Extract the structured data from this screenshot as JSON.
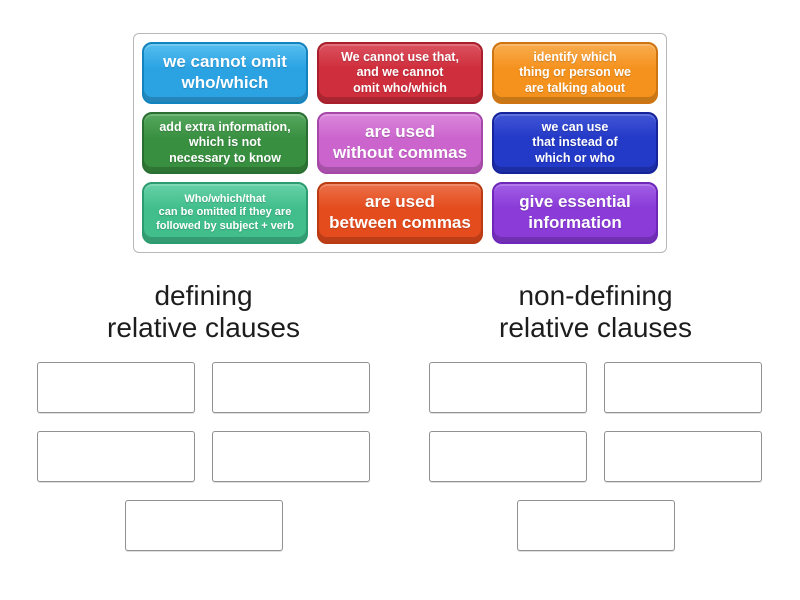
{
  "page": {
    "background": "#ffffff"
  },
  "tray": {
    "tiles": [
      {
        "text": "we cannot omit\nwho/which",
        "colors": {
          "bg": "#2BA3E3",
          "highlight": "#55BEEF",
          "edge": "#1283BC"
        }
      },
      {
        "text": "We cannot use that,\nand we cannot\nomit who/which",
        "colors": {
          "bg": "#CF2E3C",
          "highlight": "#DB5260",
          "edge": "#A81F2B"
        }
      },
      {
        "text": "identify which\nthing or person we\nare talking about",
        "colors": {
          "bg": "#F5921E",
          "highlight": "#F9AC4E",
          "edge": "#CE7410"
        }
      },
      {
        "text": "add extra information,\nwhich is not\nnecessary to know",
        "colors": {
          "bg": "#398F40",
          "highlight": "#55A85E",
          "edge": "#2A6F31"
        }
      },
      {
        "text": "are used\nwithout commas",
        "colors": {
          "bg": "#CB65CD",
          "highlight": "#DB87DC",
          "edge": "#A647A9"
        }
      },
      {
        "text": "we can use\nthat instead of\nwhich or who",
        "colors": {
          "bg": "#2339C7",
          "highlight": "#4156D6",
          "edge": "#16249B"
        }
      },
      {
        "text": "Who/which/that\ncan be omitted if they are\nfollowed by subject + verb",
        "colors": {
          "bg": "#41BE8C",
          "highlight": "#67D1A7",
          "edge": "#2B9C6F"
        }
      },
      {
        "text": "are used\nbetween commas",
        "colors": {
          "bg": "#E44C1E",
          "highlight": "#EC7048",
          "edge": "#BA3B12"
        }
      },
      {
        "text": "give essential\ninformation",
        "colors": {
          "bg": "#8A3BD8",
          "highlight": "#A25EE5",
          "edge": "#6E27B8"
        }
      }
    ]
  },
  "groups": [
    {
      "label": "defining\nrelative clauses",
      "slot_count": 5
    },
    {
      "label": "non-defining\nrelative clauses",
      "slot_count": 5
    }
  ]
}
